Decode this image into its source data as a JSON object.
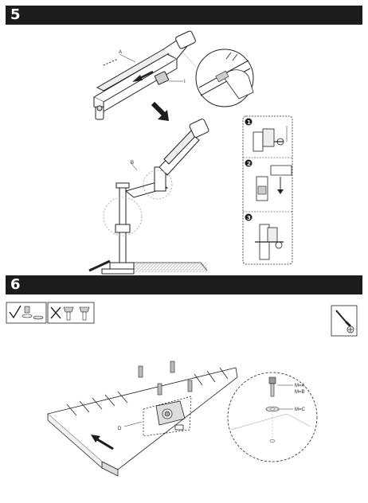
{
  "steps": [
    {
      "number": "5"
    },
    {
      "number": "6"
    }
  ],
  "step5": {
    "labels": {
      "a": "A",
      "i": "I",
      "b": "B"
    },
    "substeps": [
      "1",
      "2",
      "3"
    ]
  },
  "step6": {
    "labels": {
      "d": "D",
      "ma_mb": "M=A\nM=B",
      "mc": "M=C"
    },
    "labels_split": {
      "ma": "M=A",
      "mb": "M=B"
    },
    "icons": [
      "checkmark-icon",
      "cross-icon",
      "screwdriver-icon"
    ]
  }
}
